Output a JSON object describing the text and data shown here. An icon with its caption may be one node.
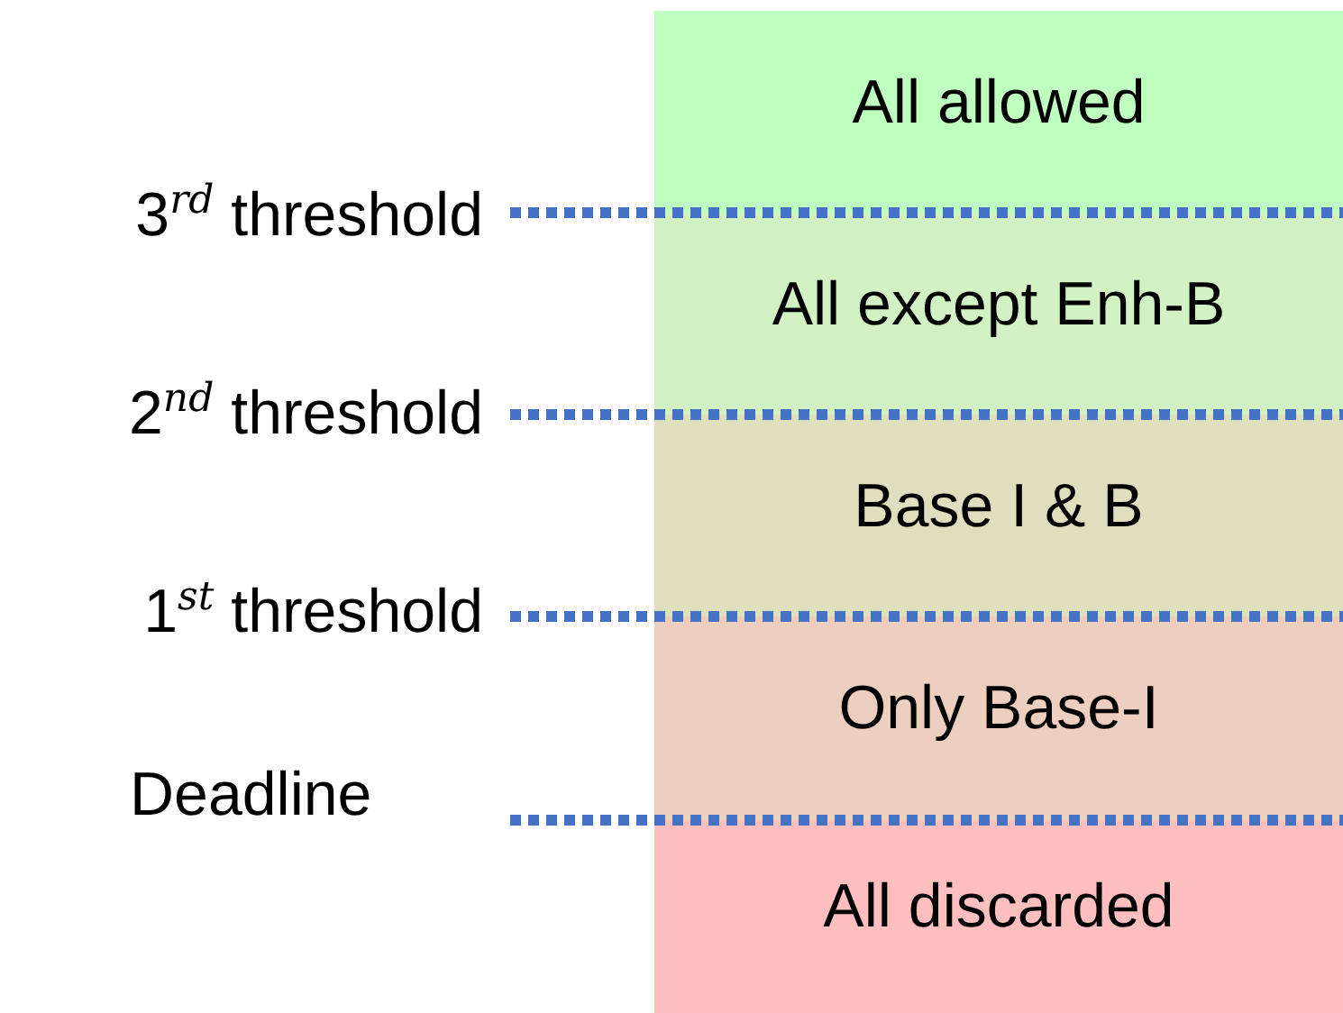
{
  "diagram": {
    "nodes": [
      {
        "text": [
          "All allowed"
        ]
      },
      {
        "text": [
          "All except Enh-B"
        ]
      },
      {
        "text": [
          "Base I & B"
        ]
      },
      {
        "text": [
          "Only Base-I"
        ]
      },
      {
        "text": [
          "All discarded"
        ]
      }
    ],
    "labels": [
      "3$^{rd}$ threshold",
      "2$^{nd}$ threshold",
      "1$^{st}$ threshold",
      "Deadline"
    ]
  }
}
